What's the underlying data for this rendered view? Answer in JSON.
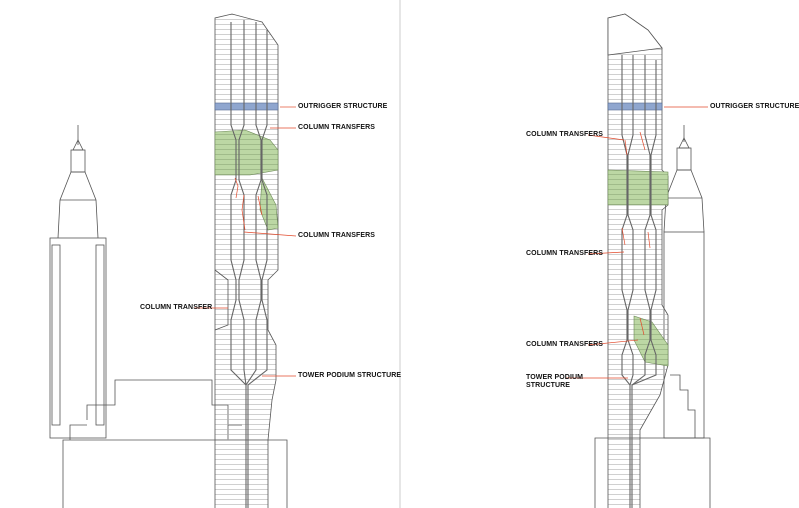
{
  "colors": {
    "line": "#555555",
    "light_line": "#9a9a9a",
    "green": "#bcd7a4",
    "outrigger": "#8fa6cf",
    "leader": "#e24a2c",
    "column": "#6b6b6b"
  },
  "left_drawing": {
    "labels": {
      "outrigger": "OUTRIGGER STRUCTURE",
      "transfers_top": "COLUMN TRANSFERS",
      "transfers_mid": "COLUMN TRANSFERS",
      "transfer_single": "COLUMN TRANSFER",
      "podium": "TOWER PODIUM STRUCTURE"
    }
  },
  "right_drawing": {
    "labels": {
      "outrigger": "OUTRIGGER STRUCTURE",
      "transfers_top": "COLUMN TRANSFERS",
      "transfers_mid": "COLUMN TRANSFERS",
      "transfers_low": "COLUMN TRANSFERS",
      "podium_line1": "TOWER PODIUM",
      "podium_line2": "STRUCTURE"
    }
  }
}
